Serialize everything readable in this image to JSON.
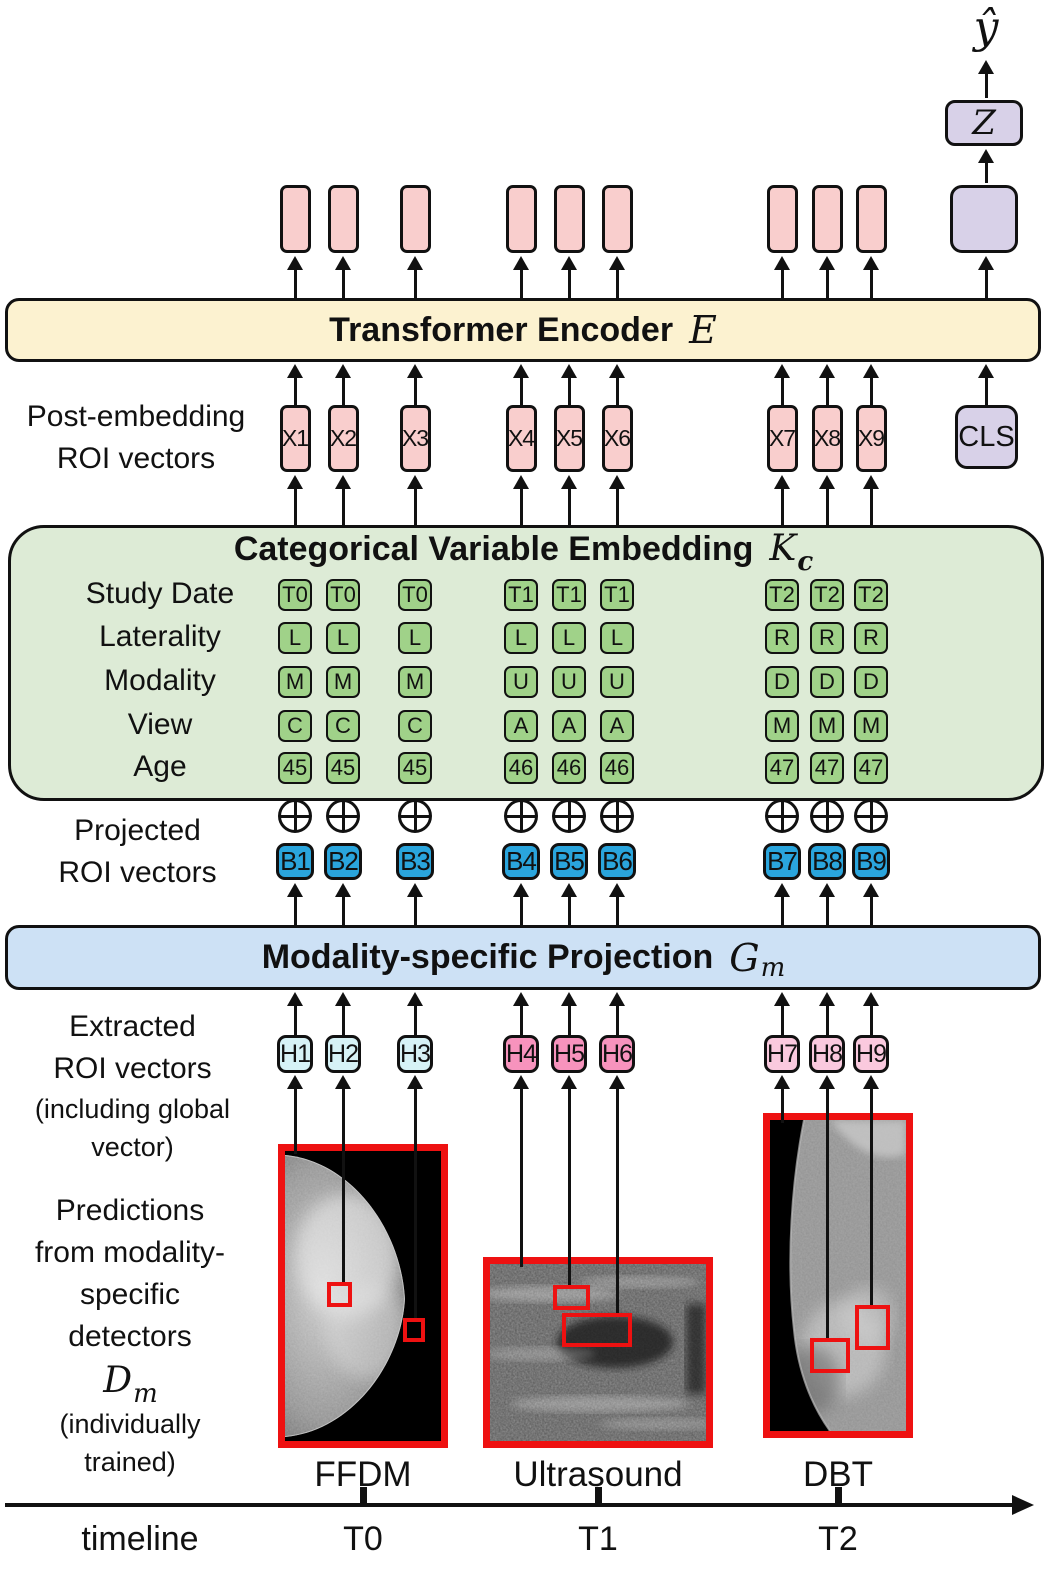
{
  "prediction_symbol": "ŷ",
  "z_box_label": "Z",
  "cls_token": "CLS",
  "transformer_band": {
    "title": "Transformer Encoder",
    "symbol": "E"
  },
  "post_embedding_label": {
    "line1": "Post-embedding",
    "line2": "ROI vectors"
  },
  "post_embedding_tokens": [
    "X1",
    "X2",
    "X3",
    "X4",
    "X5",
    "X6",
    "X7",
    "X8",
    "X9"
  ],
  "categorical_band": {
    "title": "Categorical Variable Embedding",
    "symbol": "K",
    "symbol_sub": "c"
  },
  "categorical_rows": [
    {
      "label": "Study Date",
      "values": [
        "T0",
        "T0",
        "T0",
        "T1",
        "T1",
        "T1",
        "T2",
        "T2",
        "T2"
      ]
    },
    {
      "label": "Laterality",
      "values": [
        "L",
        "L",
        "L",
        "L",
        "L",
        "L",
        "R",
        "R",
        "R"
      ]
    },
    {
      "label": "Modality",
      "values": [
        "M",
        "M",
        "M",
        "U",
        "U",
        "U",
        "D",
        "D",
        "D"
      ]
    },
    {
      "label": "View",
      "values": [
        "C",
        "C",
        "C",
        "A",
        "A",
        "A",
        "M",
        "M",
        "M"
      ]
    },
    {
      "label": "Age",
      "values": [
        "45",
        "45",
        "45",
        "46",
        "46",
        "46",
        "47",
        "47",
        "47"
      ]
    }
  ],
  "projected_label": {
    "line1": "Projected",
    "line2": "ROI vectors"
  },
  "projected_tokens": [
    "B1",
    "B2",
    "B3",
    "B4",
    "B5",
    "B6",
    "B7",
    "B8",
    "B9"
  ],
  "projection_band": {
    "title": "Modality-specific Projection",
    "symbol": "G",
    "symbol_sub": "m"
  },
  "extracted_label": {
    "line1": "Extracted",
    "line2": "ROI vectors",
    "line3": "(including global",
    "line4": "vector)"
  },
  "extracted_tokens": [
    "H1",
    "H2",
    "H3",
    "H4",
    "H5",
    "H6",
    "H7",
    "H8",
    "H9"
  ],
  "detectors_label": {
    "line1": "Predictions",
    "line2": "from modality-",
    "line3": "specific",
    "line4": "detectors",
    "symbol": "D",
    "symbol_sub": "m",
    "note1": "(individually",
    "note2": "trained)"
  },
  "modalities": [
    {
      "name": "FFDM",
      "time": "T0"
    },
    {
      "name": "Ultrasound",
      "time": "T1"
    },
    {
      "name": "DBT",
      "time": "T2"
    }
  ],
  "timeline_label": "timeline",
  "colors": {
    "token_pink": "#f9cecd",
    "lavender": "#d8d1e8",
    "encoder_yellow": "#fcf2d0",
    "embedding_green_bg": "#ddebd6",
    "embedding_green_cell": "#a0d289",
    "projection_blue_bg": "#cde1f5",
    "projected_blue_cell": "#2aa5dd",
    "extracted_cyan": "#d6f2f6",
    "extracted_pink_dark": "#f793bd",
    "extracted_pink_light": "#fac9de",
    "roi_red": "#ee1111"
  }
}
